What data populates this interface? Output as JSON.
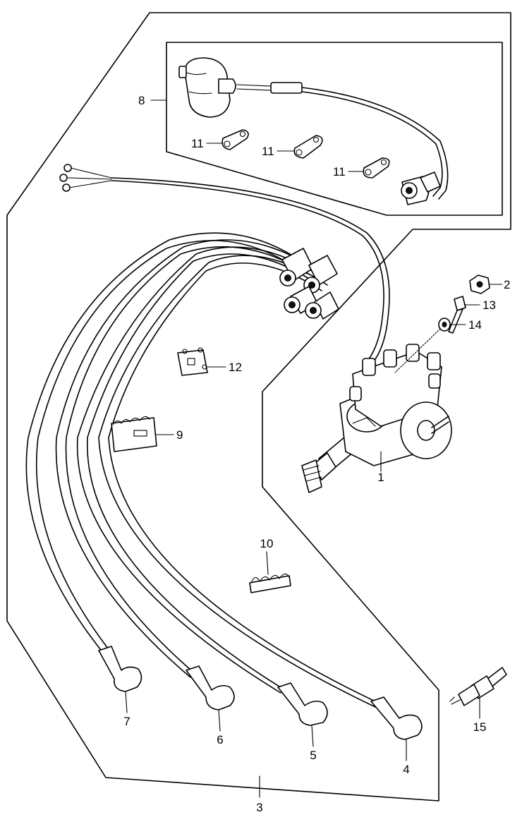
{
  "callouts": {
    "c1": "1",
    "c2": "2",
    "c3": "3",
    "c4": "4",
    "c5": "5",
    "c6": "6",
    "c7": "7",
    "c8": "8",
    "c9": "9",
    "c10": "10",
    "c11a": "11",
    "c11b": "11",
    "c11c": "11",
    "c12": "12",
    "c13": "13",
    "c14": "14",
    "c15": "15"
  },
  "colors": {
    "ink": "#000000",
    "paper": "#ffffff"
  },
  "icons": [
    "ignition-coil-icon",
    "distributor-icon",
    "spark-plug-icon",
    "wire-clamp-icon",
    "plug-cap-icon"
  ]
}
